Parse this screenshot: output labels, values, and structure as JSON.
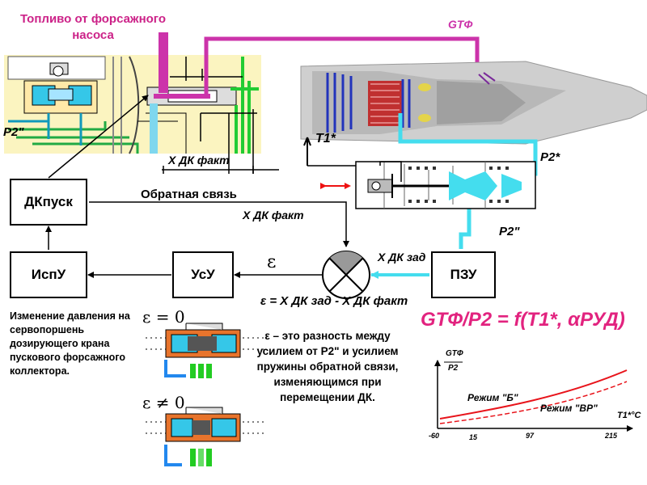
{
  "labels": {
    "fuel_source": "Топливо от форсажного насоса",
    "g_tf": "GTФ",
    "p2_double_left": "P2\"",
    "p2_star": "P2*",
    "p2_double_right": "P2\"",
    "t1_star": "T1*",
    "x_dk_fakt_top": "X ДК факт",
    "feedback": "Обратная связь",
    "x_dk_fakt_mid": "X ДК факт",
    "x_dk_zad": "X ДК зад",
    "epsilon": "ε",
    "epsilon_formula": "ε = X ДК зад - X ДК факт",
    "epsilon_zero": "ε = 0",
    "epsilon_nonzero": "ε ≠ 0"
  },
  "blocks": {
    "dk_pusk": "ДКпуск",
    "ispu": "ИспУ",
    "usu": "УсУ",
    "pzu": "ПЗУ"
  },
  "text": {
    "left_note": "Изменение давления на сервопоршень дозирующего крана пускового форсажного коллектора.",
    "epsilon_note": "ε – это разность между усилием от P2\" и усилием пружины обратной связи, изменяющимся при перемещении ДК.",
    "main_formula": "GTФ/P2 = f(T1*, αРУД)"
  },
  "graph": {
    "ylabel_num": "GTФ",
    "ylabel_den": "P2",
    "xlabel": "T1*°C",
    "mode_b": "Режим \"Б\"",
    "mode_vr": "Режим \"ВР\"",
    "ticks": [
      "-60",
      "15",
      "97",
      "215"
    ]
  },
  "colors": {
    "fuel_line": "#cc33aa",
    "pressure_line": "#44ddee",
    "formula": "#e2237f",
    "title_text": "#cc2288",
    "curve": "#e8141b"
  }
}
